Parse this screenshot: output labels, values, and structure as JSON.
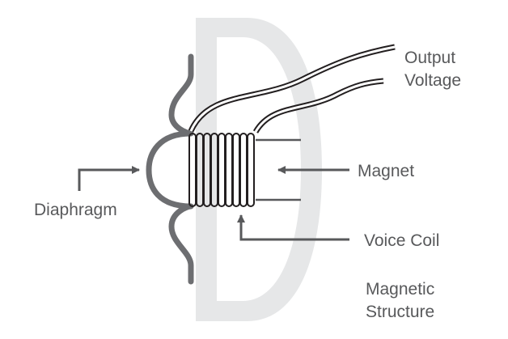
{
  "labels": {
    "output": [
      "Output",
      "Voltage"
    ],
    "magnet": "Magnet",
    "diaphragm": "Diaphragm",
    "voice_coil": "Voice Coil",
    "magnetic_structure": [
      "Magnetic",
      "Structure"
    ]
  },
  "colors": {
    "background": "#ffffff",
    "diaphragm": "#6d6e71",
    "arrows": "#58595b",
    "coil": "#231f20",
    "magnet_shape": "#e6e7e8",
    "text": "#58595b"
  },
  "icons": {
    "arrow": "arrow-icon"
  }
}
